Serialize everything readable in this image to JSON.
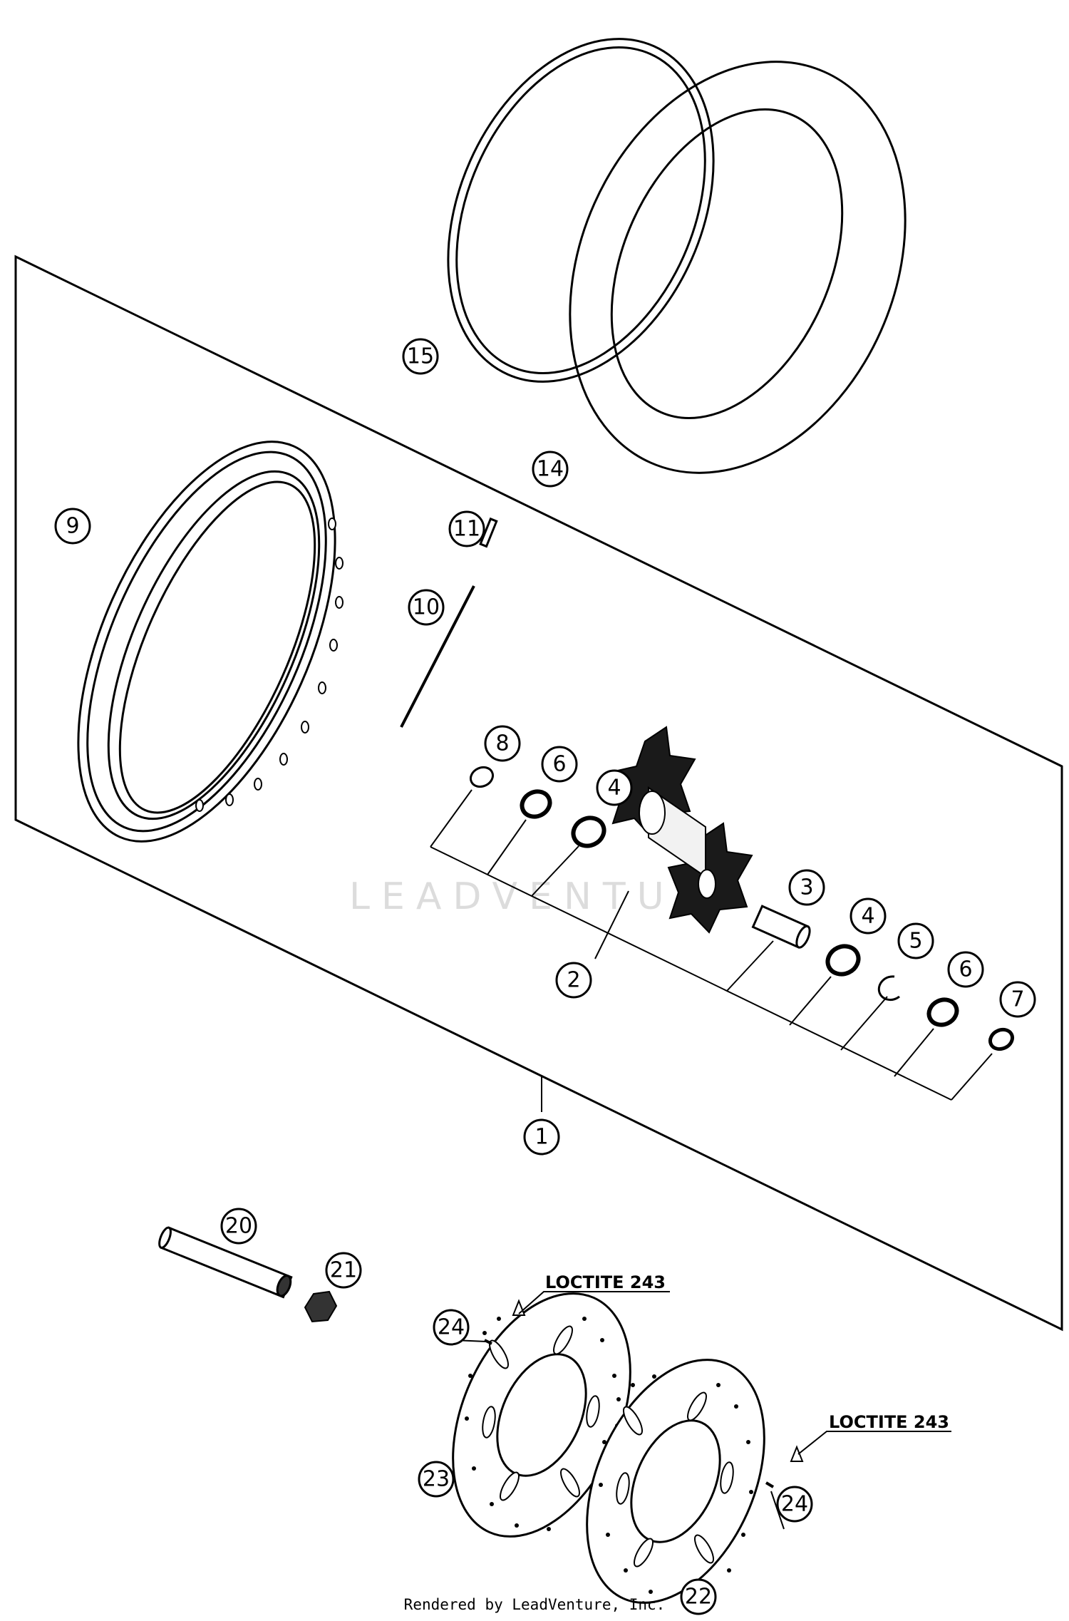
{
  "callouts": {
    "c1": "1",
    "c2": "2",
    "c3": "3",
    "c4a": "4",
    "c4b": "4",
    "c5": "5",
    "c6a": "6",
    "c6b": "6",
    "c7": "7",
    "c8": "8",
    "c9": "9",
    "c10": "10",
    "c11": "11",
    "c14": "14",
    "c15": "15",
    "c20": "20",
    "c21": "21",
    "c22": "22",
    "c23": "23",
    "c24a": "24",
    "c24b": "24"
  },
  "notes": {
    "loctite_left": "LOCTITE 243",
    "loctite_right": "LOCTITE 243"
  },
  "watermark": "LEADVENTURE",
  "credit": "Rendered by LeadVenture, Inc."
}
